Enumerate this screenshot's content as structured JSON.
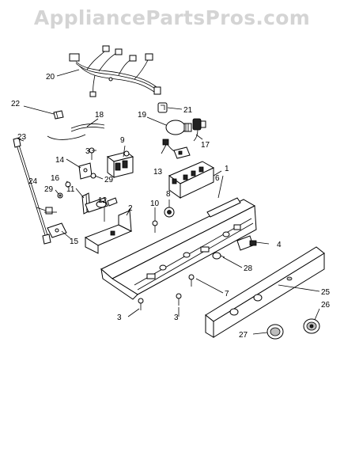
{
  "watermark": "AppliancePartsPros.com",
  "callouts": [
    "1",
    "2",
    "3",
    "4",
    "6",
    "7",
    "8",
    "9",
    "10",
    "11",
    "12",
    "13",
    "14",
    "15",
    "16",
    "17",
    "18",
    "19",
    "20",
    "21",
    "22",
    "23",
    "24",
    "25",
    "26",
    "27",
    "28",
    "29"
  ]
}
